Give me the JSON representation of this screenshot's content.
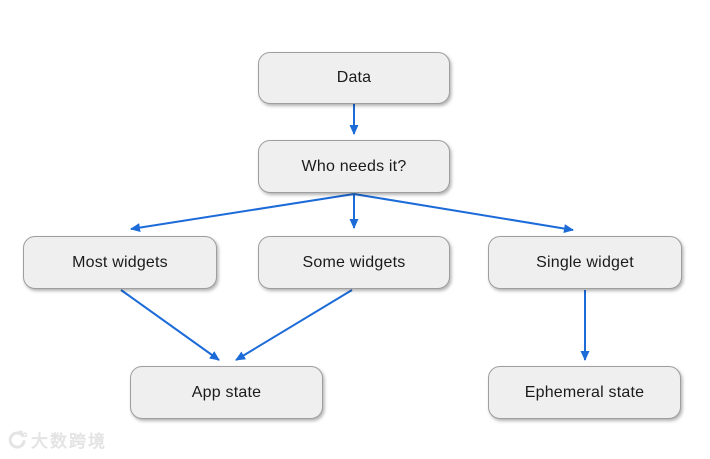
{
  "diagram": {
    "nodes": {
      "data": {
        "label": "Data"
      },
      "who": {
        "label": "Who needs it?"
      },
      "most": {
        "label": "Most widgets"
      },
      "some": {
        "label": "Some widgets"
      },
      "single": {
        "label": "Single widget"
      },
      "app": {
        "label": "App state"
      },
      "ephemeral": {
        "label": "Ephemeral state"
      }
    },
    "edges": [
      {
        "from": "data",
        "to": "who"
      },
      {
        "from": "who",
        "to": "most"
      },
      {
        "from": "who",
        "to": "some"
      },
      {
        "from": "who",
        "to": "single"
      },
      {
        "from": "most",
        "to": "app"
      },
      {
        "from": "some",
        "to": "app"
      },
      {
        "from": "single",
        "to": "ephemeral"
      }
    ],
    "colors": {
      "arrow": "#1c6bd8",
      "node_fill": "#efefef",
      "node_border": "#9e9e9e",
      "node_text": "#1b1b1b"
    }
  },
  "watermark": {
    "text": "大数跨境"
  }
}
